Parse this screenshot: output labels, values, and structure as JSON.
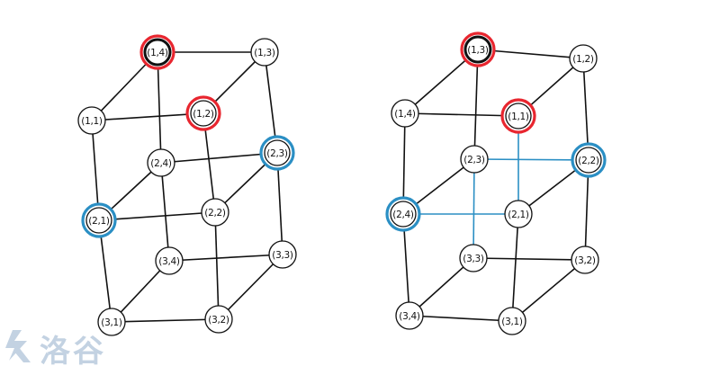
{
  "colors": {
    "edge": "#111111",
    "highlight_edge": "#2b8fc4",
    "red_ring": "#e8262f",
    "blue_ring": "#2b8fc4",
    "node_fill": "#ffffff",
    "watermark": "#c3d2e2"
  },
  "watermark": {
    "text": "洛谷"
  },
  "graphs": [
    {
      "name": "left-graph",
      "nodes": [
        {
          "label": "(1,4)",
          "ring": "red",
          "thick": true
        },
        {
          "label": "(1,3)"
        },
        {
          "label": "(1,1)"
        },
        {
          "label": "(1,2)",
          "ring": "red"
        },
        {
          "label": "(2,4)"
        },
        {
          "label": "(2,3)",
          "ring": "blue"
        },
        {
          "label": "(2,1)",
          "ring": "blue"
        },
        {
          "label": "(2,2)"
        },
        {
          "label": "(3,4)"
        },
        {
          "label": "(3,3)"
        },
        {
          "label": "(3,1)"
        },
        {
          "label": "(3,2)"
        }
      ],
      "edges": [
        [
          "(1,4)",
          "(1,3)"
        ],
        [
          "(1,4)",
          "(1,1)"
        ],
        [
          "(1,4)",
          "(2,4)"
        ],
        [
          "(1,3)",
          "(1,2)"
        ],
        [
          "(1,3)",
          "(2,3)"
        ],
        [
          "(1,1)",
          "(1,2)"
        ],
        [
          "(1,1)",
          "(2,1)"
        ],
        [
          "(1,2)",
          "(2,2)"
        ],
        [
          "(2,4)",
          "(2,3)"
        ],
        [
          "(2,4)",
          "(2,1)"
        ],
        [
          "(2,4)",
          "(3,4)"
        ],
        [
          "(2,3)",
          "(2,2)"
        ],
        [
          "(2,3)",
          "(3,3)"
        ],
        [
          "(2,1)",
          "(2,2)"
        ],
        [
          "(2,1)",
          "(3,1)"
        ],
        [
          "(2,2)",
          "(3,2)"
        ],
        [
          "(3,4)",
          "(3,3)"
        ],
        [
          "(3,4)",
          "(3,1)"
        ],
        [
          "(3,3)",
          "(3,2)"
        ],
        [
          "(3,1)",
          "(3,2)"
        ]
      ]
    },
    {
      "name": "right-graph",
      "nodes": [
        {
          "label": "(1,3)",
          "ring": "red",
          "thick": true
        },
        {
          "label": "(1,2)"
        },
        {
          "label": "(1,4)"
        },
        {
          "label": "(1,1)",
          "ring": "red"
        },
        {
          "label": "(2,3)"
        },
        {
          "label": "(2,2)",
          "ring": "blue"
        },
        {
          "label": "(2,4)",
          "ring": "blue"
        },
        {
          "label": "(2,1)"
        },
        {
          "label": "(3,3)"
        },
        {
          "label": "(3,2)"
        },
        {
          "label": "(3,4)"
        },
        {
          "label": "(3,1)"
        }
      ],
      "edges": [
        [
          "(1,3)",
          "(1,2)"
        ],
        [
          "(1,3)",
          "(1,4)"
        ],
        [
          "(1,3)",
          "(2,3)"
        ],
        [
          "(1,2)",
          "(1,1)"
        ],
        [
          "(1,2)",
          "(2,2)"
        ],
        [
          "(1,4)",
          "(1,1)"
        ],
        [
          "(1,4)",
          "(2,4)"
        ],
        [
          "(1,1)",
          "(2,1)",
          "blue"
        ],
        [
          "(2,3)",
          "(2,2)",
          "blue"
        ],
        [
          "(2,3)",
          "(2,4)"
        ],
        [
          "(2,3)",
          "(3,3)",
          "blue"
        ],
        [
          "(2,2)",
          "(2,1)"
        ],
        [
          "(2,2)",
          "(3,2)"
        ],
        [
          "(2,4)",
          "(2,1)",
          "blue"
        ],
        [
          "(2,4)",
          "(3,4)"
        ],
        [
          "(2,1)",
          "(3,1)"
        ],
        [
          "(3,3)",
          "(3,2)"
        ],
        [
          "(3,3)",
          "(3,4)"
        ],
        [
          "(3,2)",
          "(3,1)"
        ],
        [
          "(3,4)",
          "(3,1)"
        ]
      ]
    }
  ]
}
